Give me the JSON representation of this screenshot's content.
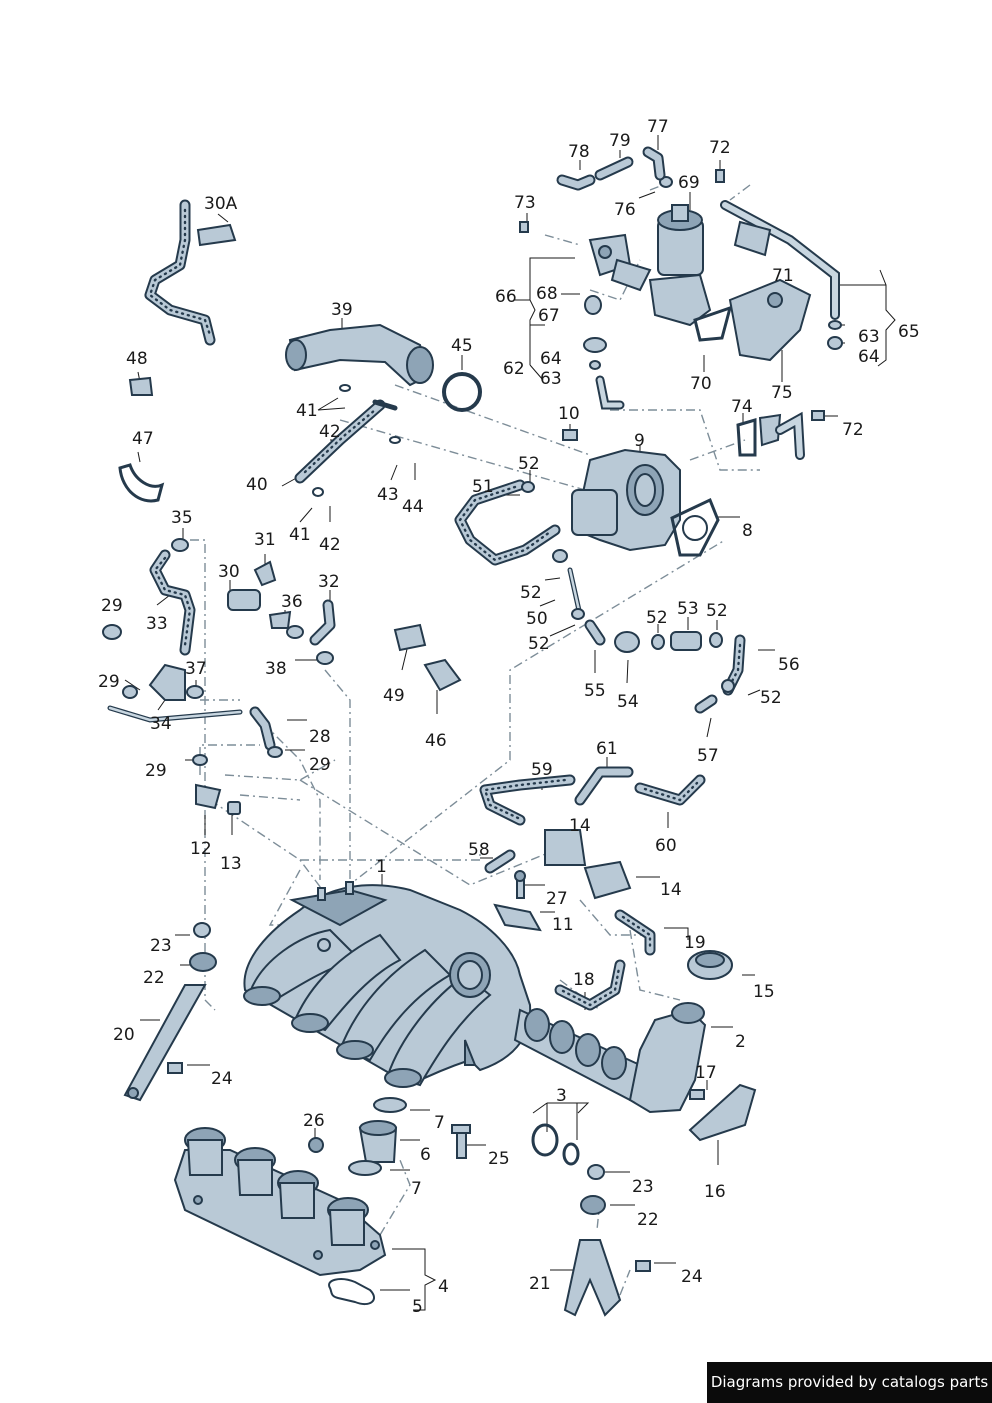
{
  "footer": {
    "credit": "Diagrams provided by catalogs parts"
  },
  "colors": {
    "part_fill": "#b9c9d6",
    "part_outline": "#253a4c",
    "leader_line": "#1a1a1a",
    "dashed_line": "#7d8d98",
    "footer_bg": "#0b0b0b"
  },
  "callouts": [
    {
      "id": "c1",
      "text": "1"
    },
    {
      "id": "c2",
      "text": "2"
    },
    {
      "id": "c3",
      "text": "3"
    },
    {
      "id": "c4",
      "text": "4"
    },
    {
      "id": "c5",
      "text": "5"
    },
    {
      "id": "c6",
      "text": "6"
    },
    {
      "id": "c7a",
      "text": "7"
    },
    {
      "id": "c7b",
      "text": "7"
    },
    {
      "id": "c8",
      "text": "8"
    },
    {
      "id": "c9",
      "text": "9"
    },
    {
      "id": "c10",
      "text": "10"
    },
    {
      "id": "c11",
      "text": "11"
    },
    {
      "id": "c12",
      "text": "12"
    },
    {
      "id": "c13",
      "text": "13"
    },
    {
      "id": "c14a",
      "text": "14"
    },
    {
      "id": "c14b",
      "text": "14"
    },
    {
      "id": "c15",
      "text": "15"
    },
    {
      "id": "c16",
      "text": "16"
    },
    {
      "id": "c17",
      "text": "17"
    },
    {
      "id": "c18",
      "text": "18"
    },
    {
      "id": "c19",
      "text": "19"
    },
    {
      "id": "c20",
      "text": "20"
    },
    {
      "id": "c21",
      "text": "21"
    },
    {
      "id": "c22a",
      "text": "22"
    },
    {
      "id": "c22b",
      "text": "22"
    },
    {
      "id": "c23a",
      "text": "23"
    },
    {
      "id": "c23b",
      "text": "23"
    },
    {
      "id": "c24a",
      "text": "24"
    },
    {
      "id": "c24b",
      "text": "24"
    },
    {
      "id": "c25",
      "text": "25"
    },
    {
      "id": "c26",
      "text": "26"
    },
    {
      "id": "c27",
      "text": "27"
    },
    {
      "id": "c28",
      "text": "28"
    },
    {
      "id": "c29a",
      "text": "29"
    },
    {
      "id": "c29b",
      "text": "29"
    },
    {
      "id": "c29c",
      "text": "29"
    },
    {
      "id": "c29d",
      "text": "29"
    },
    {
      "id": "c30",
      "text": "30"
    },
    {
      "id": "c30A",
      "text": "30A"
    },
    {
      "id": "c31",
      "text": "31"
    },
    {
      "id": "c32",
      "text": "32"
    },
    {
      "id": "c33",
      "text": "33"
    },
    {
      "id": "c34",
      "text": "34"
    },
    {
      "id": "c35",
      "text": "35"
    },
    {
      "id": "c36",
      "text": "36"
    },
    {
      "id": "c37",
      "text": "37"
    },
    {
      "id": "c38",
      "text": "38"
    },
    {
      "id": "c39",
      "text": "39"
    },
    {
      "id": "c40",
      "text": "40"
    },
    {
      "id": "c41a",
      "text": "41"
    },
    {
      "id": "c41b",
      "text": "41"
    },
    {
      "id": "c42a",
      "text": "42"
    },
    {
      "id": "c42b",
      "text": "42"
    },
    {
      "id": "c43",
      "text": "43"
    },
    {
      "id": "c44",
      "text": "44"
    },
    {
      "id": "c45",
      "text": "45"
    },
    {
      "id": "c46",
      "text": "46"
    },
    {
      "id": "c47",
      "text": "47"
    },
    {
      "id": "c48",
      "text": "48"
    },
    {
      "id": "c49",
      "text": "49"
    },
    {
      "id": "c50",
      "text": "50"
    },
    {
      "id": "c51",
      "text": "51"
    },
    {
      "id": "c52a",
      "text": "52"
    },
    {
      "id": "c52b",
      "text": "52"
    },
    {
      "id": "c52c",
      "text": "52"
    },
    {
      "id": "c52d",
      "text": "52"
    },
    {
      "id": "c52e",
      "text": "52"
    },
    {
      "id": "c52f",
      "text": "52"
    },
    {
      "id": "c53",
      "text": "53"
    },
    {
      "id": "c54",
      "text": "54"
    },
    {
      "id": "c55",
      "text": "55"
    },
    {
      "id": "c56",
      "text": "56"
    },
    {
      "id": "c57",
      "text": "57"
    },
    {
      "id": "c58",
      "text": "58"
    },
    {
      "id": "c59",
      "text": "59"
    },
    {
      "id": "c60",
      "text": "60"
    },
    {
      "id": "c61",
      "text": "61"
    },
    {
      "id": "c62",
      "text": "62"
    },
    {
      "id": "c63a",
      "text": "63"
    },
    {
      "id": "c63b",
      "text": "63"
    },
    {
      "id": "c64a",
      "text": "64"
    },
    {
      "id": "c64b",
      "text": "64"
    },
    {
      "id": "c65",
      "text": "65"
    },
    {
      "id": "c66",
      "text": "66"
    },
    {
      "id": "c67",
      "text": "67"
    },
    {
      "id": "c68",
      "text": "68"
    },
    {
      "id": "c69",
      "text": "69"
    },
    {
      "id": "c70",
      "text": "70"
    },
    {
      "id": "c71",
      "text": "71"
    },
    {
      "id": "c72a",
      "text": "72"
    },
    {
      "id": "c72b",
      "text": "72"
    },
    {
      "id": "c73",
      "text": "73"
    },
    {
      "id": "c74",
      "text": "74"
    },
    {
      "id": "c75",
      "text": "75"
    },
    {
      "id": "c76",
      "text": "76"
    },
    {
      "id": "c77",
      "text": "77"
    },
    {
      "id": "c78",
      "text": "78"
    },
    {
      "id": "c79",
      "text": "79"
    }
  ]
}
